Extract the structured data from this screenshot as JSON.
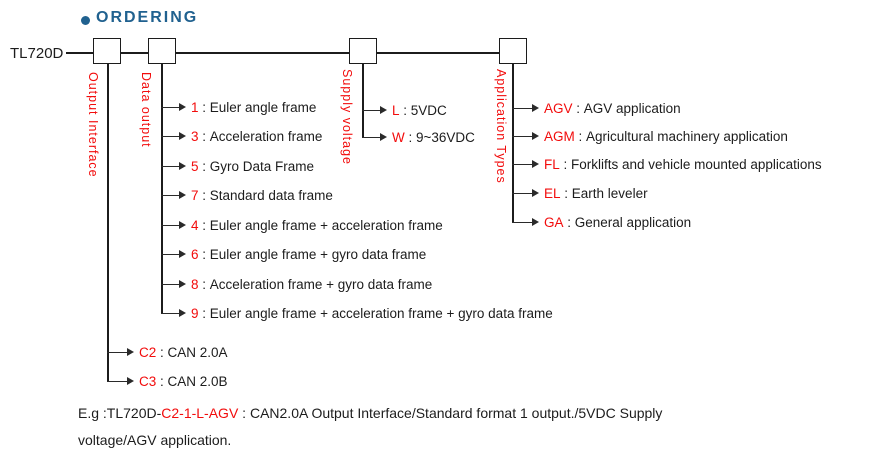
{
  "title": "ORDERING",
  "model": "TL720D",
  "separator": " : ",
  "groups": [
    {
      "label": "Output Interface",
      "options": [
        {
          "code": "C2",
          "desc": "CAN 2.0A"
        },
        {
          "code": "C3",
          "desc": "CAN 2.0B"
        }
      ]
    },
    {
      "label": "Data output",
      "options": [
        {
          "code": "1",
          "desc": "Euler angle frame"
        },
        {
          "code": "3",
          "desc": "Acceleration frame"
        },
        {
          "code": "5",
          "desc": "Gyro Data Frame"
        },
        {
          "code": "7",
          "desc": "Standard data frame"
        },
        {
          "code": "4",
          "desc": "Euler angle frame + acceleration frame"
        },
        {
          "code": "6",
          "desc": "Euler angle frame + gyro data frame"
        },
        {
          "code": "8",
          "desc": "Acceleration frame + gyro data frame"
        },
        {
          "code": "9",
          "desc": "Euler angle frame + acceleration frame + gyro data frame"
        }
      ]
    },
    {
      "label": "Supply voltage",
      "options": [
        {
          "code": "L",
          "desc": "5VDC"
        },
        {
          "code": "W",
          "desc": "9~36VDC"
        }
      ]
    },
    {
      "label": "Application Types",
      "options": [
        {
          "code": "AGV",
          "desc": "AGV application"
        },
        {
          "code": "AGM",
          "desc": "Agricultural machinery application"
        },
        {
          "code": "FL",
          "desc": "Forklifts and vehicle mounted applications"
        },
        {
          "code": "EL",
          "desc": "Earth leveler"
        },
        {
          "code": "GA",
          "desc": "General application"
        }
      ]
    }
  ],
  "example": {
    "prefix": "E.g :TL720D-",
    "code": "C2-1-L-AGV",
    "rest_line1": " : CAN2.0A Output Interface/Standard format 1 output./5VDC Supply",
    "line2": "voltage/AGV application."
  },
  "colors": {
    "accent_red": "#f20c0c",
    "title_blue": "#20618f",
    "line_black": "#1c1c1c"
  }
}
